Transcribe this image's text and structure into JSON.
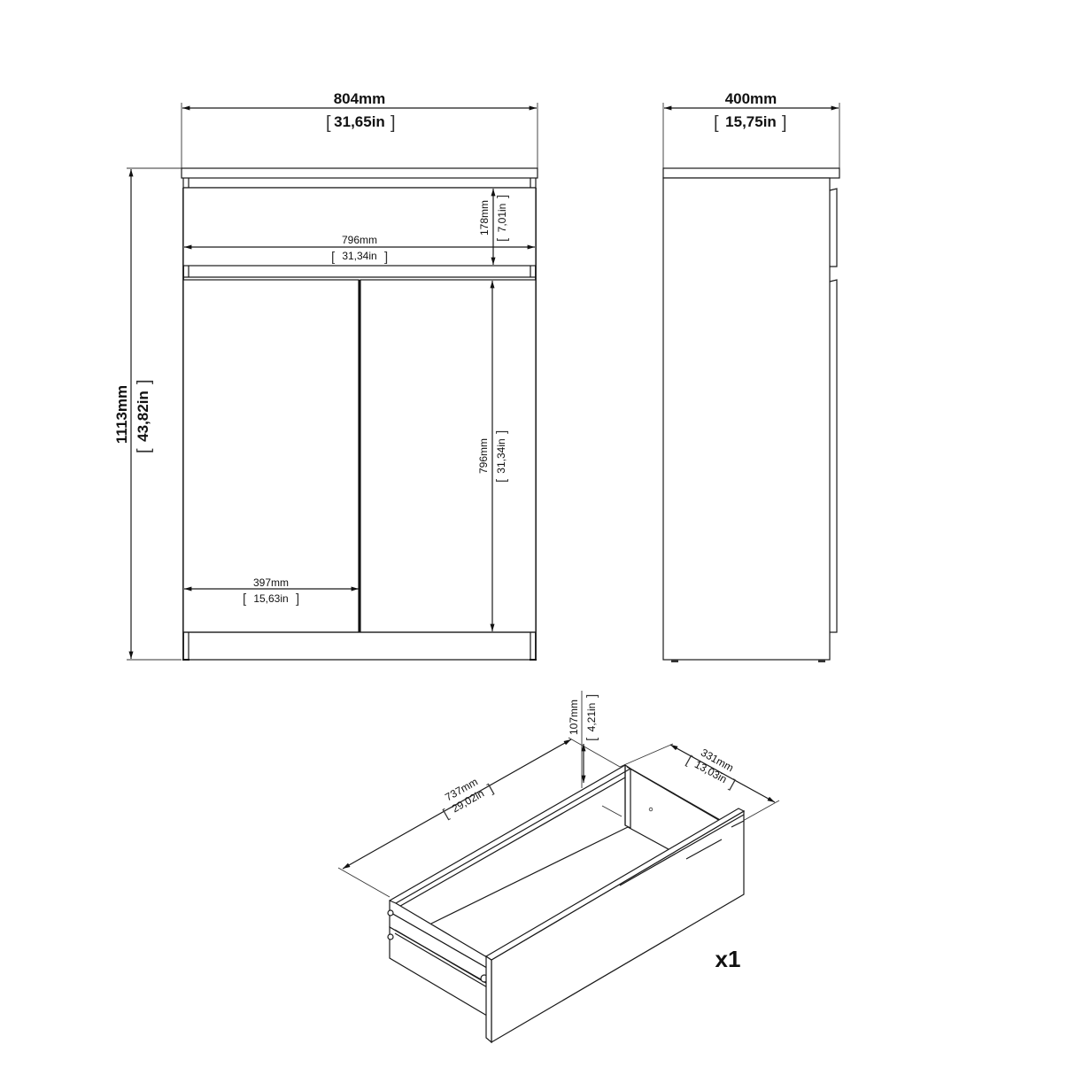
{
  "front_view": {
    "overall_width": {
      "mm": "804mm",
      "in": "31,65in"
    },
    "overall_height": {
      "mm": "1113mm",
      "in": "43,82in"
    },
    "drawer_width": {
      "mm": "796mm",
      "in": "31,34in"
    },
    "drawer_height": {
      "mm": "178mm",
      "in": "7,01in"
    },
    "door_width": {
      "mm": "397mm",
      "in": "15,63in"
    },
    "door_height": {
      "mm": "796mm",
      "in": "31,34in"
    }
  },
  "side_view": {
    "depth": {
      "mm": "400mm",
      "in": "15,75in"
    }
  },
  "drawer_detail": {
    "length": {
      "mm": "737mm",
      "in": "29,02in"
    },
    "width": {
      "mm": "331mm",
      "in": "13,03in"
    },
    "height": {
      "mm": "107mm",
      "in": "4,21in"
    },
    "quantity": "x1"
  },
  "colors": {
    "line": "#1a1a1a",
    "background": "#ffffff"
  }
}
